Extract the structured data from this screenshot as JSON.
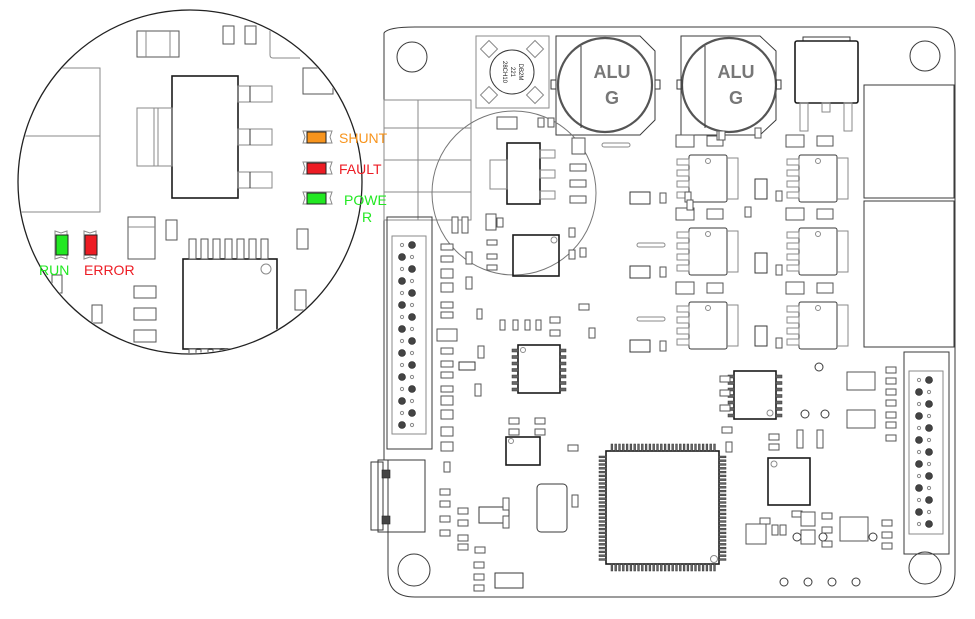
{
  "diagram": {
    "title": "PCB board top view with LED status indicator callout",
    "board": {
      "inductors": [
        {
          "label_line1": "ALU",
          "label_line2": "G"
        },
        {
          "label_line1": "ALU",
          "label_line2": "G"
        }
      ],
      "crystal_marking": [
        "DB2M",
        "221",
        "28CH10"
      ]
    },
    "callout": {
      "leds": [
        {
          "id": "shunt",
          "label": "SHUNT",
          "color": "#f7941d"
        },
        {
          "id": "fault",
          "label": "FAULT",
          "color": "#ed1c24"
        },
        {
          "id": "power",
          "label_line1": "POWE",
          "label_line2": "R",
          "color": "#22e822"
        },
        {
          "id": "run",
          "label": "RUN",
          "color": "#22e822"
        },
        {
          "id": "error",
          "label": "ERROR",
          "color": "#ed1c24"
        }
      ]
    },
    "colors": {
      "outline": "#3a3a3a",
      "shunt": "#f7941d",
      "fault": "#ed1c24",
      "power": "#22e822"
    }
  }
}
